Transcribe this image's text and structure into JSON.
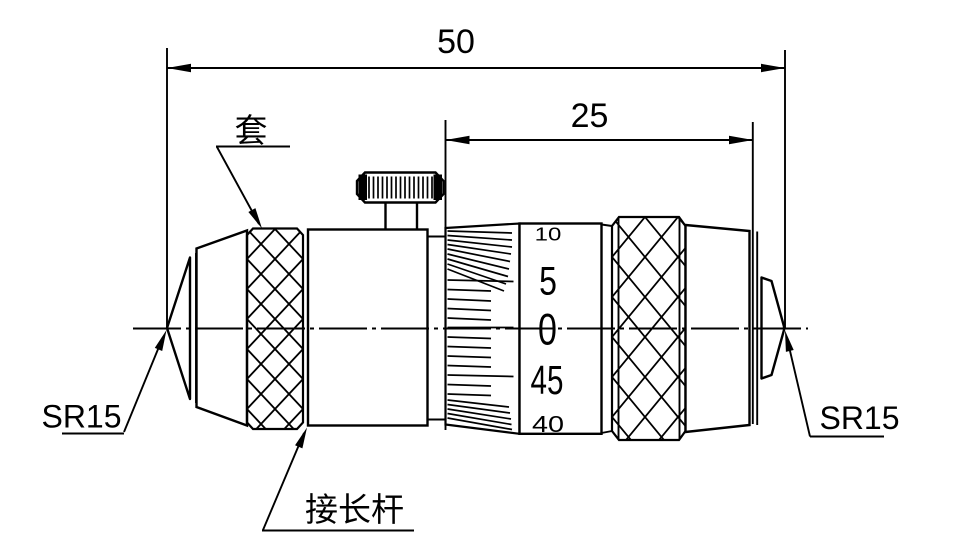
{
  "dimensions": {
    "overall_length": "50",
    "micrometer_head": "25"
  },
  "part_labels": {
    "sleeve": "套",
    "extension_rod": "接长杆",
    "tip_radius_left": "SR15",
    "tip_radius_right": "SR15"
  },
  "thimble_scale": {
    "numbers": [
      "10",
      "5",
      "0",
      "45",
      "40"
    ]
  },
  "colors": {
    "line": "#000000",
    "background": "#ffffff"
  }
}
